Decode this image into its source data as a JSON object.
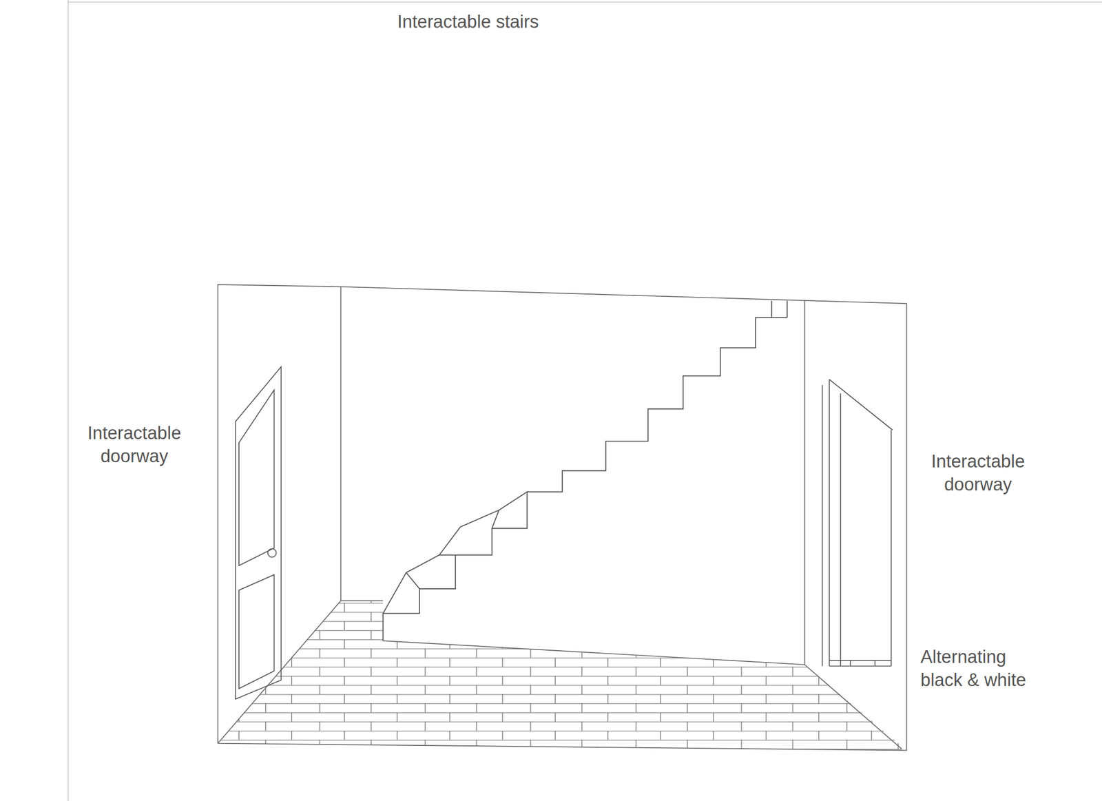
{
  "diagram": {
    "labels": [
      "Interactable stairs",
      "Interactable doorway",
      "Interactable doorway",
      "Alternating black & white"
    ]
  }
}
